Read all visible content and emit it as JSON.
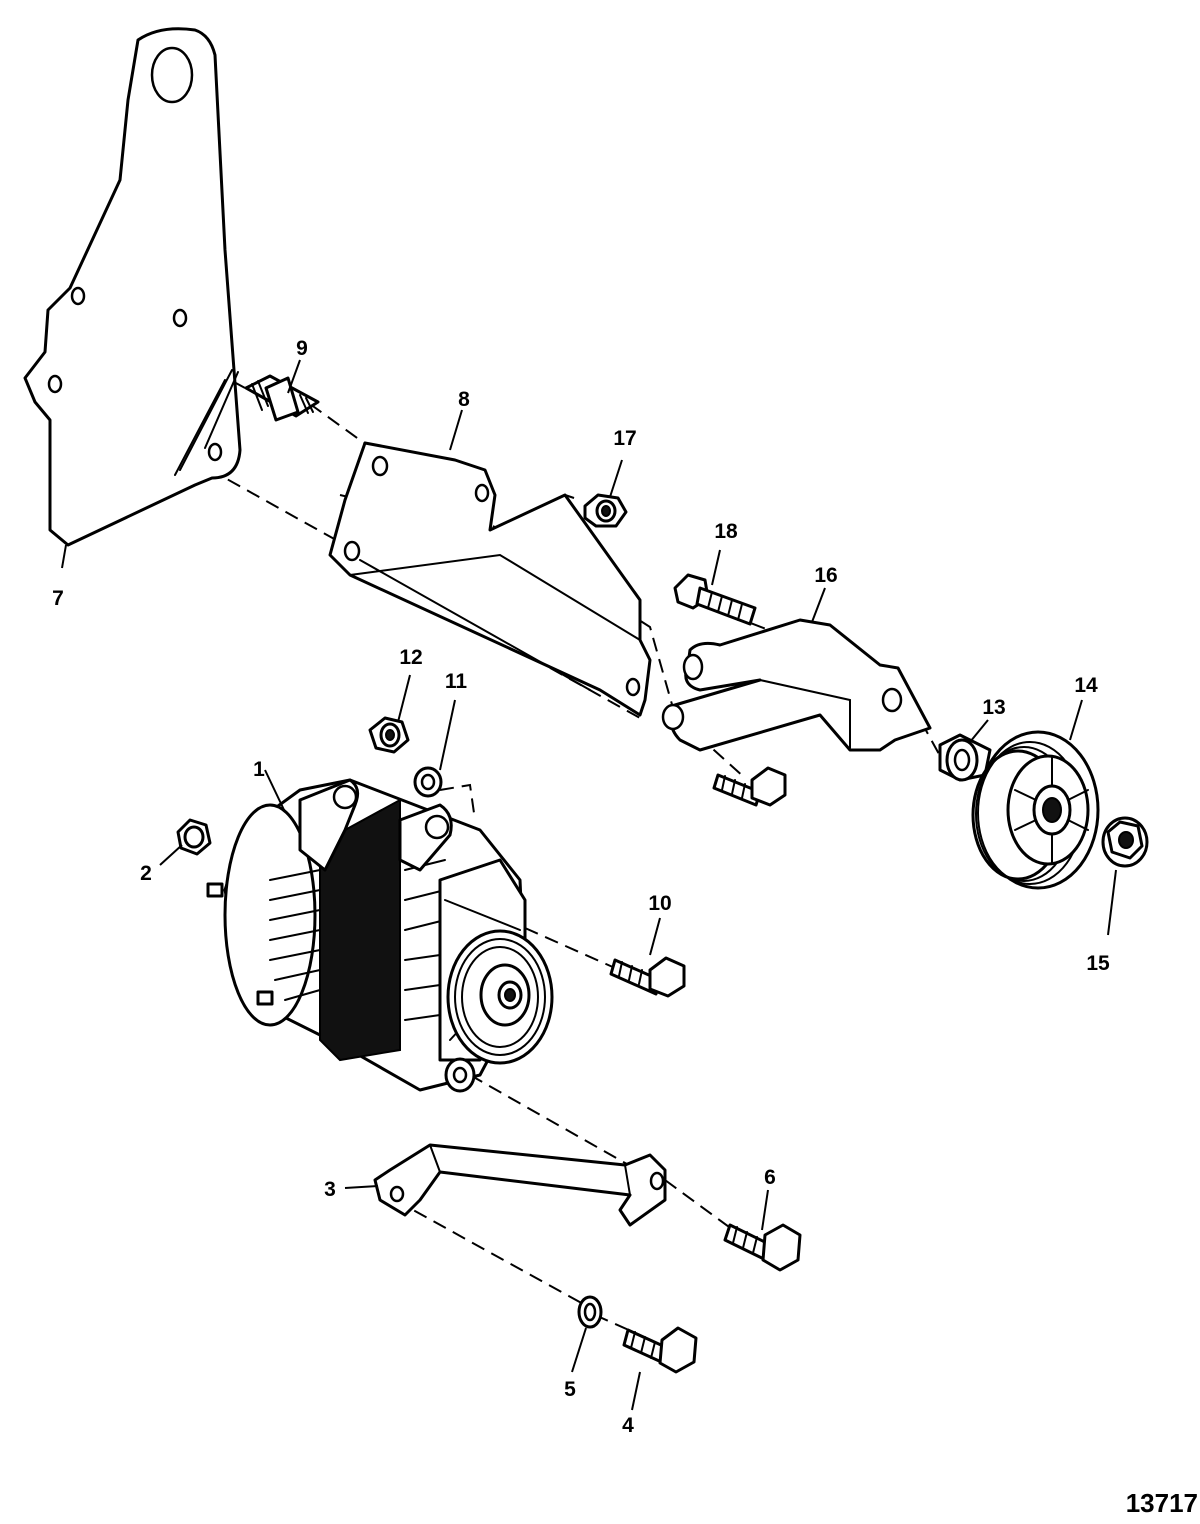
{
  "figure_number": "13717",
  "callouts": {
    "c1": "1",
    "c2": "2",
    "c3": "3",
    "c4": "4",
    "c5": "5",
    "c6": "6",
    "c7": "7",
    "c8": "8",
    "c9": "9",
    "c10": "10",
    "c11": "11",
    "c12": "12",
    "c13": "13",
    "c14": "14",
    "c15": "15",
    "c16": "16",
    "c17": "17",
    "c18": "18"
  }
}
